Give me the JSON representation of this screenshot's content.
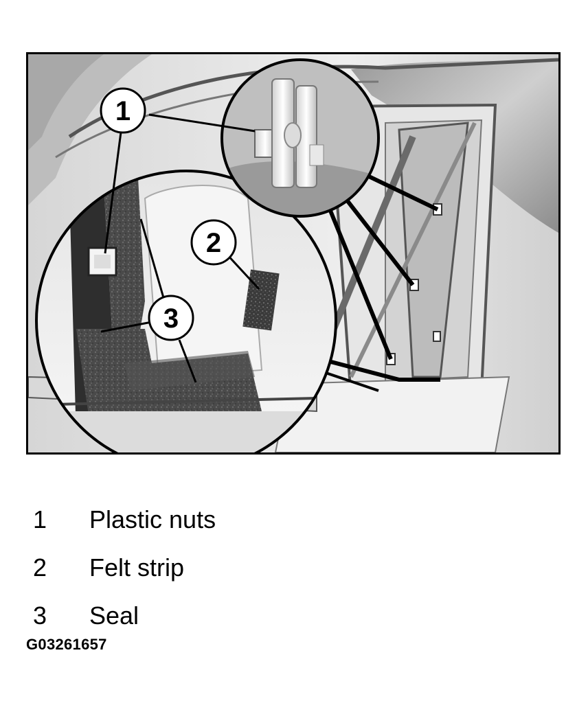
{
  "figure": {
    "callouts": [
      "1",
      "2",
      "3"
    ]
  },
  "legend": [
    {
      "number": "1",
      "label": "Plastic nuts"
    },
    {
      "number": "2",
      "label": "Felt strip"
    },
    {
      "number": "3",
      "label": "Seal"
    }
  ],
  "figure_code": "G03261657"
}
